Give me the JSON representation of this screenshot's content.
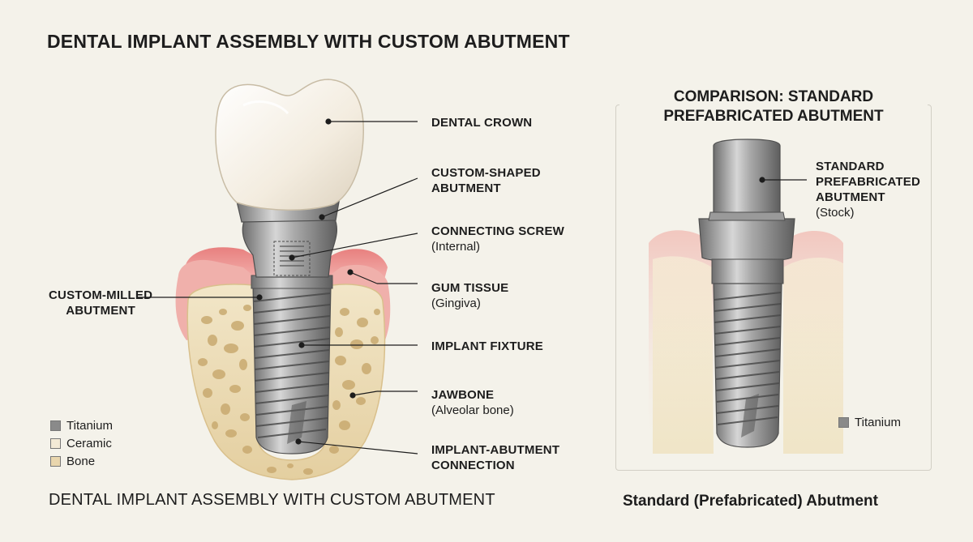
{
  "title_top": "DENTAL IMPLANT ASSEMBLY WITH CUSTOM ABUTMENT",
  "title_bottom": "DENTAL IMPLANT ASSEMBLY WITH CUSTOM ABUTMENT",
  "labels": {
    "crown": {
      "heading": "DENTAL CROWN"
    },
    "custom_shaped": {
      "heading_1": "CUSTOM-SHAPED",
      "heading_2": "ABUTMENT"
    },
    "screw": {
      "heading": "CONNECTING SCREW",
      "sub": "(Internal)"
    },
    "gum": {
      "heading": "GUM TISSUE",
      "sub": "(Gingiva)"
    },
    "fixture": {
      "heading": "IMPLANT FIXTURE"
    },
    "jawbone": {
      "heading": "JAWBONE",
      "sub": "(Alveolar bone)"
    },
    "connection": {
      "heading_1": "IMPLANT-ABUTMENT",
      "heading_2": "CONNECTION"
    },
    "custom_milled": {
      "heading_1": "CUSTOM-MILLED",
      "heading_2": "ABUTMENT"
    }
  },
  "legend": [
    {
      "label": "Titanium",
      "color": "#8a8a8a"
    },
    {
      "label": "Ceramic",
      "color": "#f3ead6"
    },
    {
      "label": "Bone",
      "color": "#e9d6ad"
    }
  ],
  "comparison": {
    "title_1": "COMPARISON: STANDARD",
    "title_2": "PREFABRICATED ABUTMENT",
    "label_1": "STANDARD",
    "label_2": "PREFABRICATED",
    "label_3": "ABUTMENT",
    "label_sub": "(Stock)",
    "legend": {
      "label": "Titanium",
      "color": "#8a8a8a"
    },
    "caption": "Standard (Prefabricated) Abutment"
  },
  "colors": {
    "background": "#f4f2ea",
    "gum": "#e98f8d",
    "bone": "#e9d6ad",
    "titanium": "#8a8a8a",
    "ceramic": "#f6f1e6"
  }
}
